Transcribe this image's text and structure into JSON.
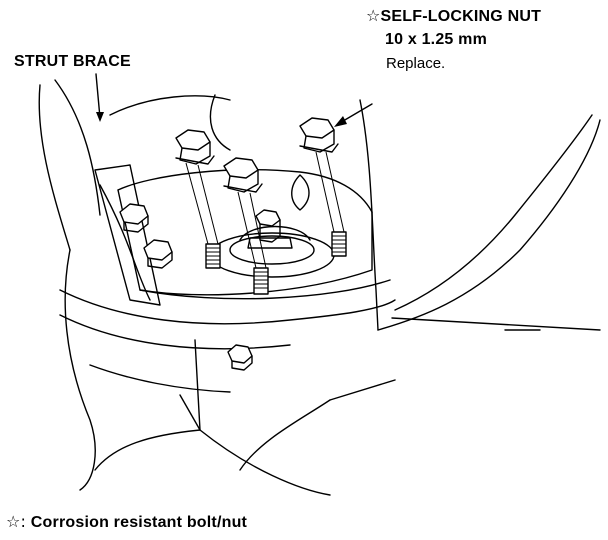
{
  "labels": {
    "strut_brace": "STRUT BRACE",
    "nut_star": "☆",
    "nut_title": "SELF-LOCKING NUT",
    "nut_size": "10 x 1.25 mm",
    "nut_note": "Replace.",
    "legend_star": "☆:",
    "legend_text": "Corrosion resistant bolt/nut"
  },
  "icons": {
    "star": "star-outline-icon",
    "arrow": "leader-arrow-icon"
  },
  "colors": {
    "ink": "#000000",
    "paper": "#ffffff"
  }
}
